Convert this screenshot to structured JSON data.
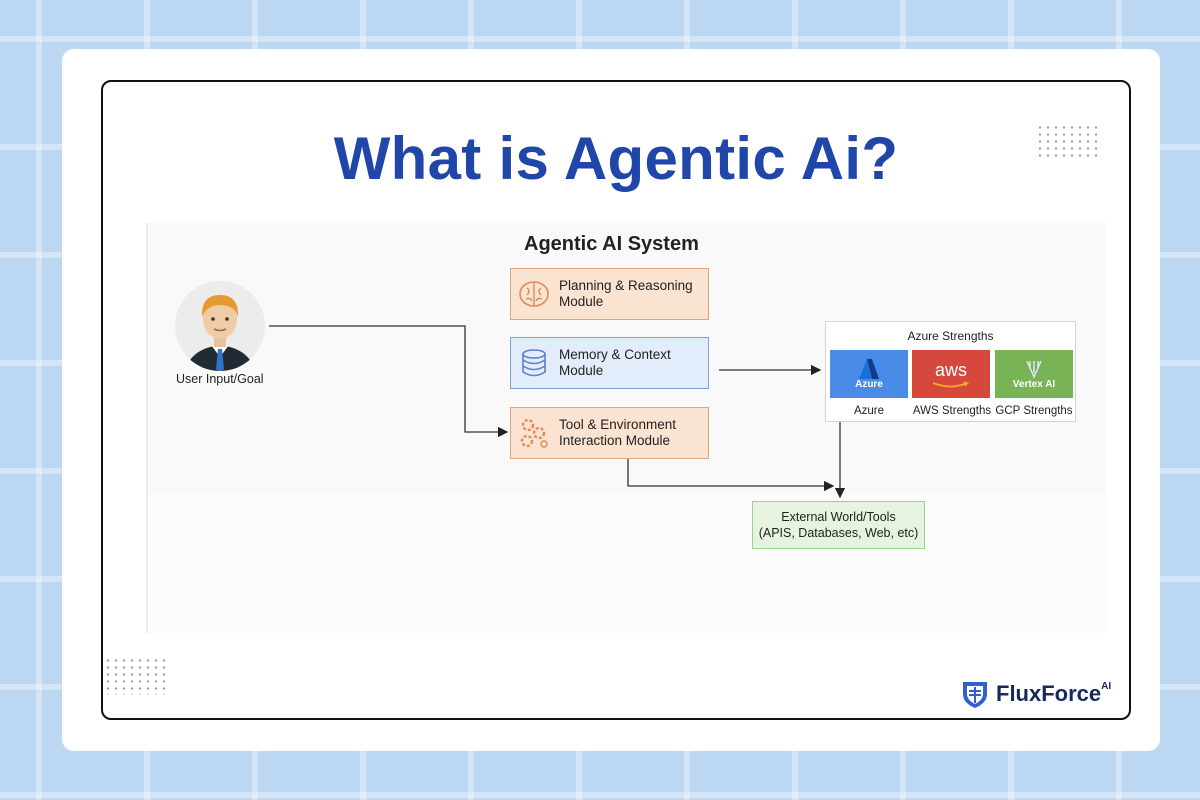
{
  "title": "What is Agentic Ai?",
  "diagram": {
    "system_title": "Agentic AI System",
    "user": {
      "label": "User Input/Goal",
      "icon": "user-avatar-icon"
    },
    "modules": [
      {
        "line1": "Planning & Reasoning",
        "line2": "Module",
        "icon": "brain-icon",
        "style": "orange"
      },
      {
        "line1": "Memory & Context",
        "line2": "Module",
        "icon": "database-icon",
        "style": "blue"
      },
      {
        "line1": "Tool & Environment",
        "line2": "Interaction Module",
        "icon": "gears-icon",
        "style": "orange"
      }
    ],
    "cloud_panel": {
      "title": "Azure Strengths",
      "tiles": [
        {
          "logo_text": "Azure",
          "caption": "Azure",
          "color": "#4a8be8"
        },
        {
          "logo_text": "aws",
          "caption": "AWS Strengths",
          "color": "#d6483e"
        },
        {
          "logo_text": "Vertex AI",
          "caption": "GCP Strengths",
          "color": "#78b356"
        }
      ]
    },
    "external": {
      "line1": "External World/Tools",
      "line2": "(APIS, Databases, Web, etc)"
    }
  },
  "brand": {
    "name": "FluxForce",
    "suffix": "AI"
  },
  "colors": {
    "title": "#1f46a8",
    "background": "#bcd7f1",
    "brand": "#17285c"
  }
}
